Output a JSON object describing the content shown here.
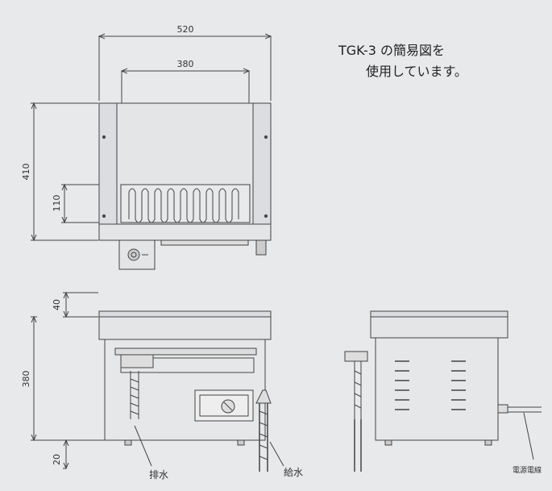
{
  "note": {
    "line1": "TGK-3 の簡易図を",
    "line2": "使用しています。"
  },
  "dimensions": {
    "overall_width": "520",
    "inner_width": "380",
    "top_height": "410",
    "burner_height": "110",
    "lid_height": "40",
    "body_height": "380",
    "foot_height": "20"
  },
  "labels": {
    "drain": "排水",
    "water_supply": "給水",
    "power_cord": "電源電線"
  }
}
